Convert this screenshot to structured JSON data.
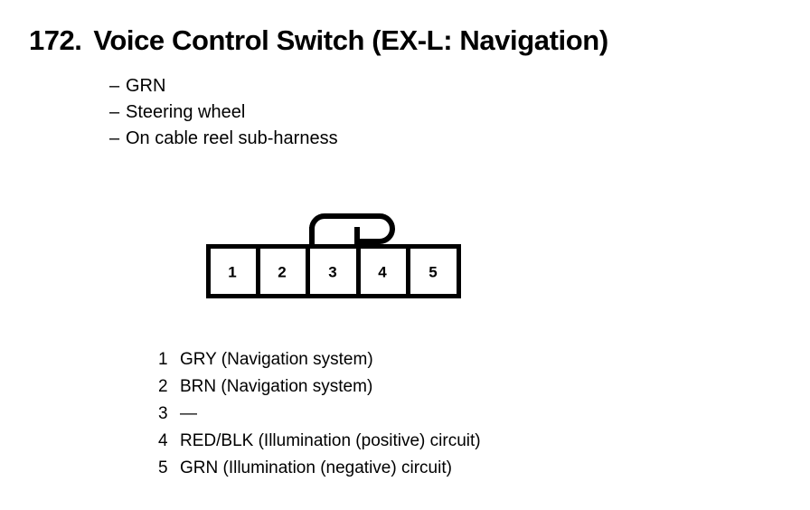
{
  "page": {
    "background_color": "#ffffff",
    "ink_color": "#000000"
  },
  "header": {
    "item_number": "172.",
    "title": "Voice Control Switch (EX-L: Navigation)"
  },
  "attributes": {
    "bullet_marker": "–",
    "items": [
      {
        "label": "GRN"
      },
      {
        "label": "Steering wheel"
      },
      {
        "label": "On cable reel sub-harness"
      }
    ]
  },
  "connector": {
    "cavity_count": 5,
    "cavity_labels": [
      "1",
      "2",
      "3",
      "4",
      "5"
    ],
    "has_locking_tab": true,
    "tab_position": "top-center"
  },
  "terminals": {
    "rows": [
      {
        "pin": "1",
        "description": "GRY (Navigation system)"
      },
      {
        "pin": "2",
        "description": "BRN (Navigation system)"
      },
      {
        "pin": "3",
        "description": "—"
      },
      {
        "pin": "4",
        "description": "RED/BLK (Illumination (positive) circuit)"
      },
      {
        "pin": "5",
        "description": "GRN (Illumination (negative) circuit)"
      }
    ]
  }
}
